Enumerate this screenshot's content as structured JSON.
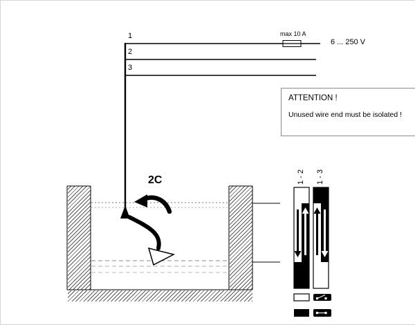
{
  "page": {
    "wires": {
      "labels": [
        "1",
        "2",
        "3"
      ]
    },
    "fuse": {
      "label": "max 10 A"
    },
    "supply": {
      "label": "6 ... 250 V"
    },
    "attention": {
      "title": "ATTENTION !",
      "body": "Unused wire end must be isolated !"
    },
    "float": {
      "cable_label": "2C"
    },
    "switch_chart": {
      "col_left": "1 - 2",
      "col_right": "1 - 3"
    },
    "colors": {
      "ink": "#000000",
      "hatch": "#5a5a5a",
      "level_dark": "#777777",
      "level_light": "#aaaaaa"
    }
  }
}
